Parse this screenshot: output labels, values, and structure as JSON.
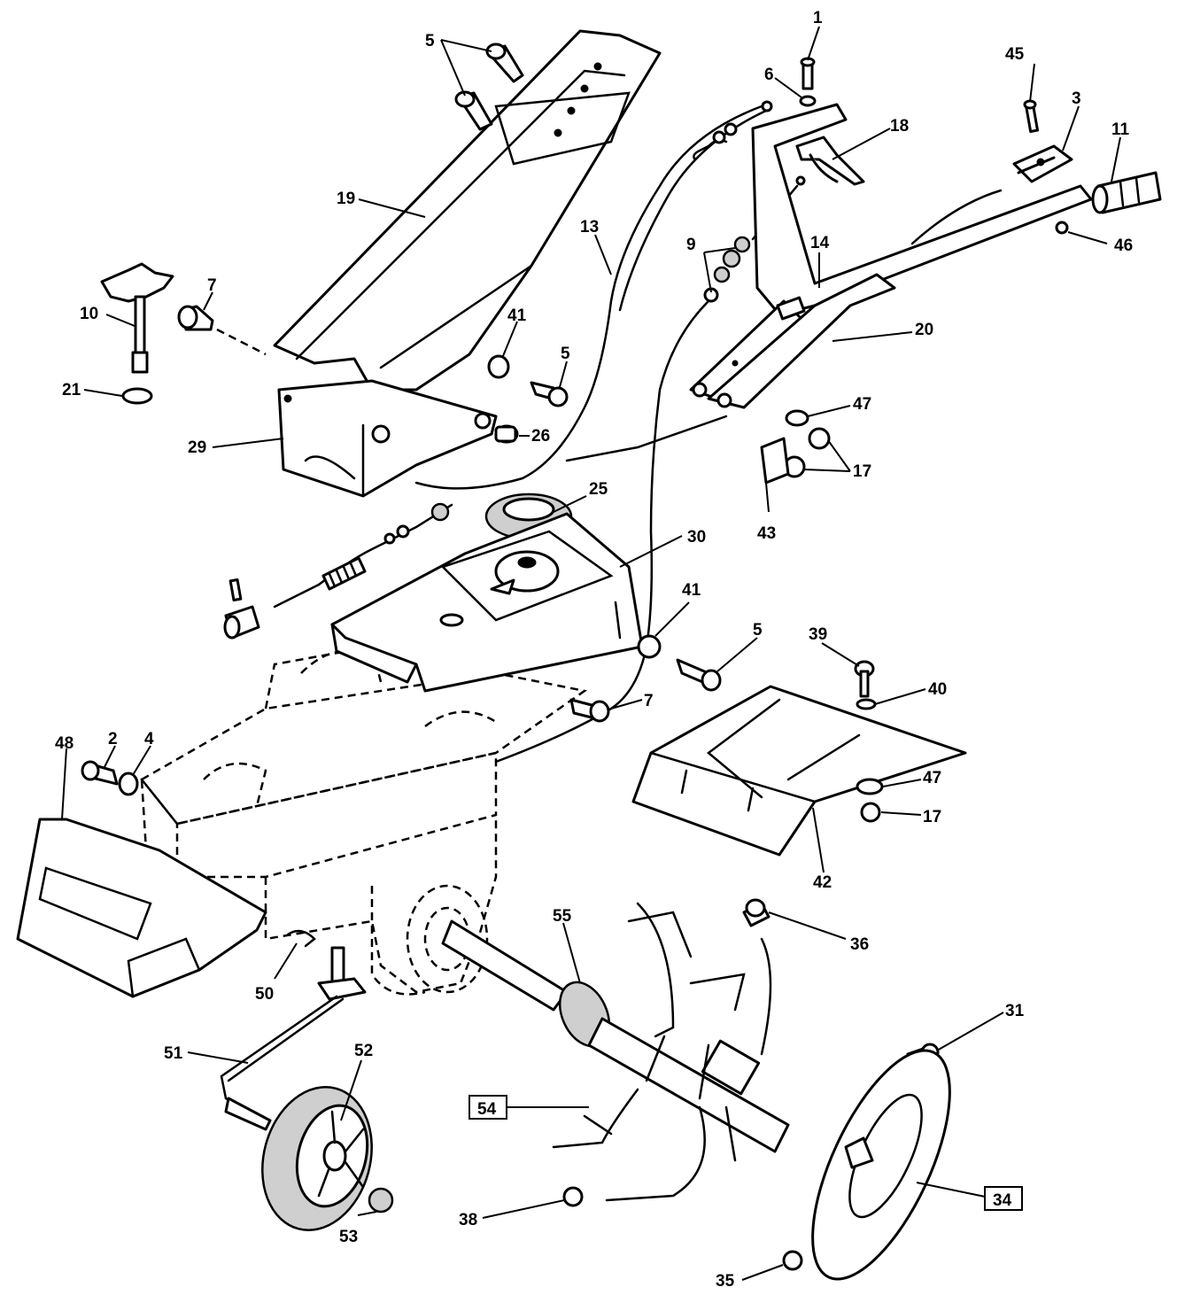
{
  "callouts": [
    {
      "id": "1",
      "text": "1"
    },
    {
      "id": "2",
      "text": "2"
    },
    {
      "id": "3",
      "text": "3"
    },
    {
      "id": "4",
      "text": "4"
    },
    {
      "id": "5a",
      "text": "5"
    },
    {
      "id": "5b",
      "text": "5"
    },
    {
      "id": "5c",
      "text": "5"
    },
    {
      "id": "6",
      "text": "6"
    },
    {
      "id": "7a",
      "text": "7"
    },
    {
      "id": "7b",
      "text": "7"
    },
    {
      "id": "9",
      "text": "9"
    },
    {
      "id": "10",
      "text": "10"
    },
    {
      "id": "11",
      "text": "11"
    },
    {
      "id": "13",
      "text": "13"
    },
    {
      "id": "14",
      "text": "14"
    },
    {
      "id": "17a",
      "text": "17"
    },
    {
      "id": "17b",
      "text": "17"
    },
    {
      "id": "18",
      "text": "18"
    },
    {
      "id": "19",
      "text": "19"
    },
    {
      "id": "20",
      "text": "20"
    },
    {
      "id": "21",
      "text": "21"
    },
    {
      "id": "25",
      "text": "25"
    },
    {
      "id": "26",
      "text": "26"
    },
    {
      "id": "29",
      "text": "29"
    },
    {
      "id": "30",
      "text": "30"
    },
    {
      "id": "31",
      "text": "31"
    },
    {
      "id": "34",
      "text": "34",
      "boxed": true
    },
    {
      "id": "35",
      "text": "35"
    },
    {
      "id": "36",
      "text": "36"
    },
    {
      "id": "38",
      "text": "38"
    },
    {
      "id": "39",
      "text": "39"
    },
    {
      "id": "40",
      "text": "40"
    },
    {
      "id": "41a",
      "text": "41"
    },
    {
      "id": "41b",
      "text": "41"
    },
    {
      "id": "42",
      "text": "42"
    },
    {
      "id": "43",
      "text": "43"
    },
    {
      "id": "45",
      "text": "45"
    },
    {
      "id": "46",
      "text": "46"
    },
    {
      "id": "47a",
      "text": "47"
    },
    {
      "id": "47b",
      "text": "47"
    },
    {
      "id": "48",
      "text": "48"
    },
    {
      "id": "50",
      "text": "50"
    },
    {
      "id": "51",
      "text": "51"
    },
    {
      "id": "52",
      "text": "52"
    },
    {
      "id": "53",
      "text": "53"
    },
    {
      "id": "54",
      "text": "54",
      "boxed": true
    },
    {
      "id": "55",
      "text": "55"
    }
  ]
}
